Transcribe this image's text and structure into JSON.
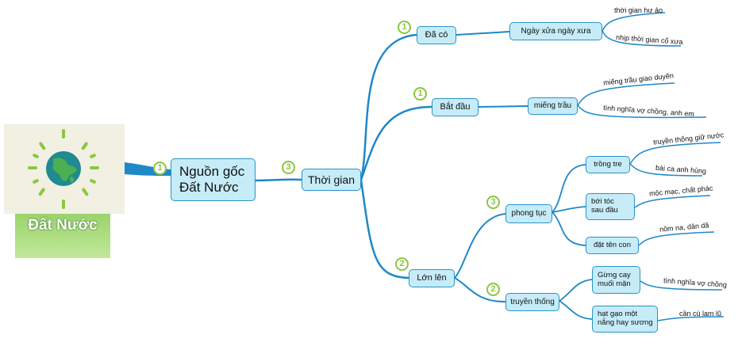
{
  "colors": {
    "branch": "#1e88c8",
    "node_fill": "#c6ecf8",
    "node_border": "#2a93c7",
    "badge": "#8cc63f",
    "central_banner": "#9bd36c"
  },
  "central": {
    "title": "Đất Nước",
    "image_icon": "globe-sun-icon"
  },
  "nodes": {
    "main": {
      "label": "Nguồn gốc\nĐất Nước",
      "badge": "1"
    },
    "time": {
      "label": "Thời gian",
      "badge": "3"
    },
    "da_co": {
      "label": "Đã có",
      "badge": "1"
    },
    "bat_dau": {
      "label": "Bắt đầu",
      "badge": "1"
    },
    "lon_len": {
      "label": "Lớn lên",
      "badge": "2"
    },
    "ngay_xua": {
      "label": "Ngày xửa ngày xưa"
    },
    "mieng_trau": {
      "label": "miếng trầu"
    },
    "phong_tuc": {
      "label": "phong tục",
      "badge": "3"
    },
    "truyen_thong": {
      "label": "truyền thống",
      "badge": "2"
    },
    "trong_tre": {
      "label": "trồng tre"
    },
    "boi_toc": {
      "label": "bới tóc\nsau đầu"
    },
    "dat_ten_con": {
      "label": "đặt tên con"
    },
    "gung_cay": {
      "label": "Gừng cay\nmuối mặn"
    },
    "hat_gao": {
      "label": "hạt gạo một\nnắng hay sương"
    }
  },
  "leaves": {
    "thoi_gian_hu_ao": "thời gian hư ảo",
    "nhip_thoi_gian": "nhịp thời gian cổ xưa",
    "mieng_trau_giao_duyen": "miếng trầu giao duyên",
    "tinh_nghia_1": "tình nghĩa vợ chồng, anh em",
    "truyen_thong_giu_nuoc": "truyền thống giữ nước",
    "bai_ca_anh_hung": "bài ca anh hùng",
    "moc_mac": "mộc mạc, chất phác",
    "nom_na": "nôm na, dân dã",
    "tinh_nghia_2": "tình nghĩa vợ chồng",
    "can_cu": "cần cù lam lũ"
  }
}
